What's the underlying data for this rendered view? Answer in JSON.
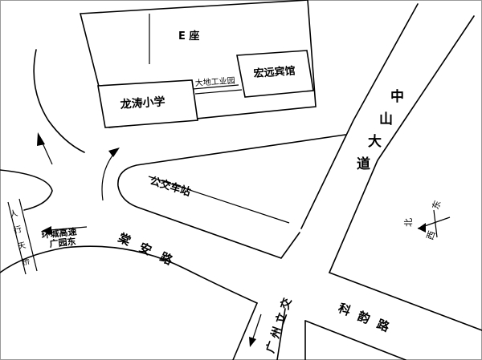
{
  "map": {
    "labels": {
      "building_e": "E 座",
      "longtao_school": "龙涛小学",
      "hongyuan_hotel": "宏远宾馆",
      "dadi_park": "大地工业园",
      "bus_station": "公交车站",
      "zhongshan_road": [
        "中",
        "山",
        "大",
        "道"
      ],
      "tangan_road": [
        "棠",
        "安",
        "路"
      ],
      "keyun_road": [
        "科",
        "韵",
        "路"
      ],
      "guangzhou_lijiao": [
        "广",
        "州",
        "立",
        "交"
      ],
      "pedestrian_bridge": [
        "人",
        "行",
        "天",
        "桥"
      ],
      "ring_expressway": "环城高速",
      "guangyuan_east": "广园东"
    },
    "compass": {
      "north": "北",
      "east": "东",
      "west": "西"
    },
    "colors": {
      "line": "#000000",
      "background": "#ffffff"
    }
  }
}
